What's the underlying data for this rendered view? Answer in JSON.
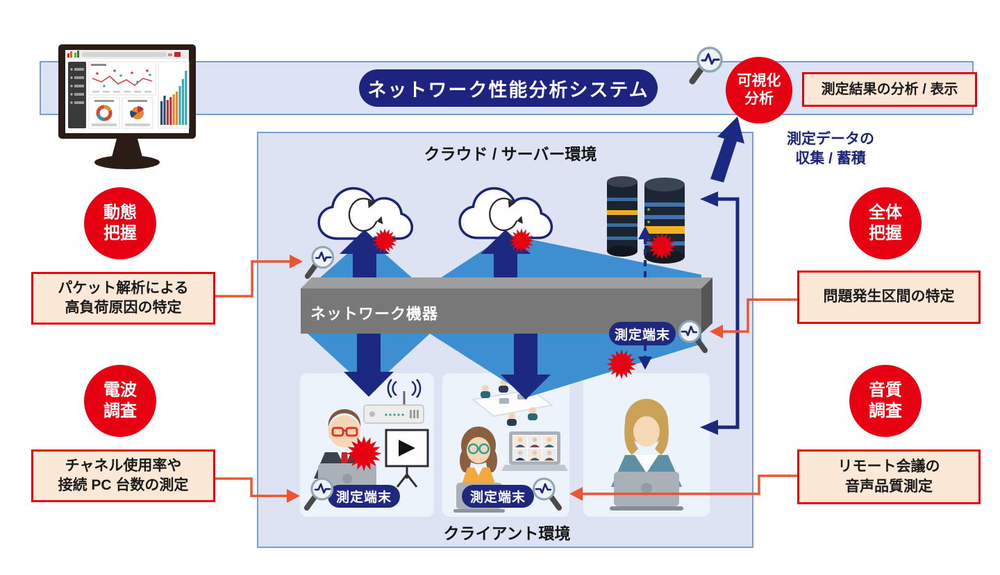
{
  "colors": {
    "red": "#e60012",
    "navy": "#1b2a80",
    "pill_navy": "#20287e",
    "light_blue_arrow": "#3e8fd1",
    "panel_bg": "#dde3f2",
    "banner_bg": "#dbe3f5",
    "peach_box": "#fbe8d7",
    "orange_connector": "#ea5532",
    "bar_gray": "#787878"
  },
  "header": {
    "title": "ネットワーク性能分析システム"
  },
  "analysis": {
    "circle_line1": "可視化",
    "circle_line2": "分析",
    "result_box": "測定結果の分析 / 表示",
    "collect_line1": "測定データの",
    "collect_line2": "収集 / 蓄積"
  },
  "server_env": {
    "title": "クラウド / サーバー環境",
    "network_device": "ネットワーク機器",
    "terminal": "測定端末"
  },
  "client_env": {
    "title": "クライアント環境",
    "terminal_left": "測定端末",
    "terminal_center": "測定端末"
  },
  "left_side": {
    "circle_top": [
      "動態",
      "把握"
    ],
    "box_top": [
      "パケット解析による",
      "高負荷原因の特定"
    ],
    "circle_bottom": [
      "電波",
      "調査"
    ],
    "box_bottom": [
      "チャネル使用率や",
      "接続 PC 台数の測定"
    ]
  },
  "right_side": {
    "circle_top": [
      "全体",
      "把握"
    ],
    "box_top": [
      "問題発生区間の特定"
    ],
    "circle_bottom": [
      "音質",
      "調査"
    ],
    "box_bottom": [
      "リモート会議の",
      "音声品質測定"
    ]
  }
}
